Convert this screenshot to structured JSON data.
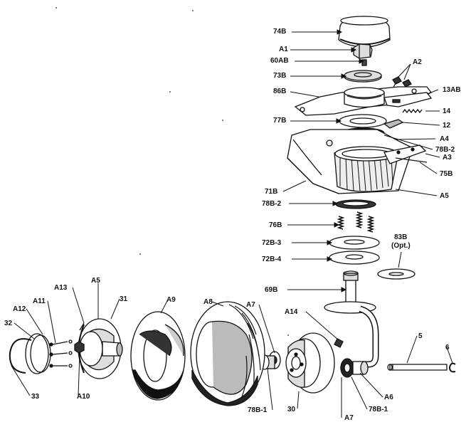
{
  "parts": {
    "p74B": "74B",
    "pA1": "A1",
    "p60AB": "60AB",
    "pA2": "A2",
    "p73B": "73B",
    "p86B": "86B",
    "p13AB": "13AB",
    "p14": "14",
    "p77B": "77B",
    "p12": "12",
    "pA4": "A4",
    "p78B2a": "78B-2",
    "pA3": "A3",
    "p75B": "75B",
    "p71B": "71B",
    "pA5a": "A5",
    "p78B2b": "78B-2",
    "p76B": "76B",
    "p72B3": "72B-3",
    "p83B": "83B",
    "pOpt": "(Opt.)",
    "p72B4": "72B-4",
    "p69B": "69B",
    "pA13": "A13",
    "pA5b": "A5",
    "p31": "31",
    "pA9": "A9",
    "pA8": "A8",
    "pA7a": "A7",
    "pA11": "A11",
    "pA12": "A12",
    "p32": "32",
    "pA14": "A14",
    "p5": "5",
    "p6": "6",
    "p33": "33",
    "pA10": "A10",
    "p78B1a": "78B-1",
    "p30": "30",
    "pA6": "A6",
    "p78B1b": "78B-1",
    "pA7b": "A7"
  },
  "colors": {
    "ink": "#111111",
    "paper": "#ffffff",
    "shade": "#2a2a2a"
  }
}
